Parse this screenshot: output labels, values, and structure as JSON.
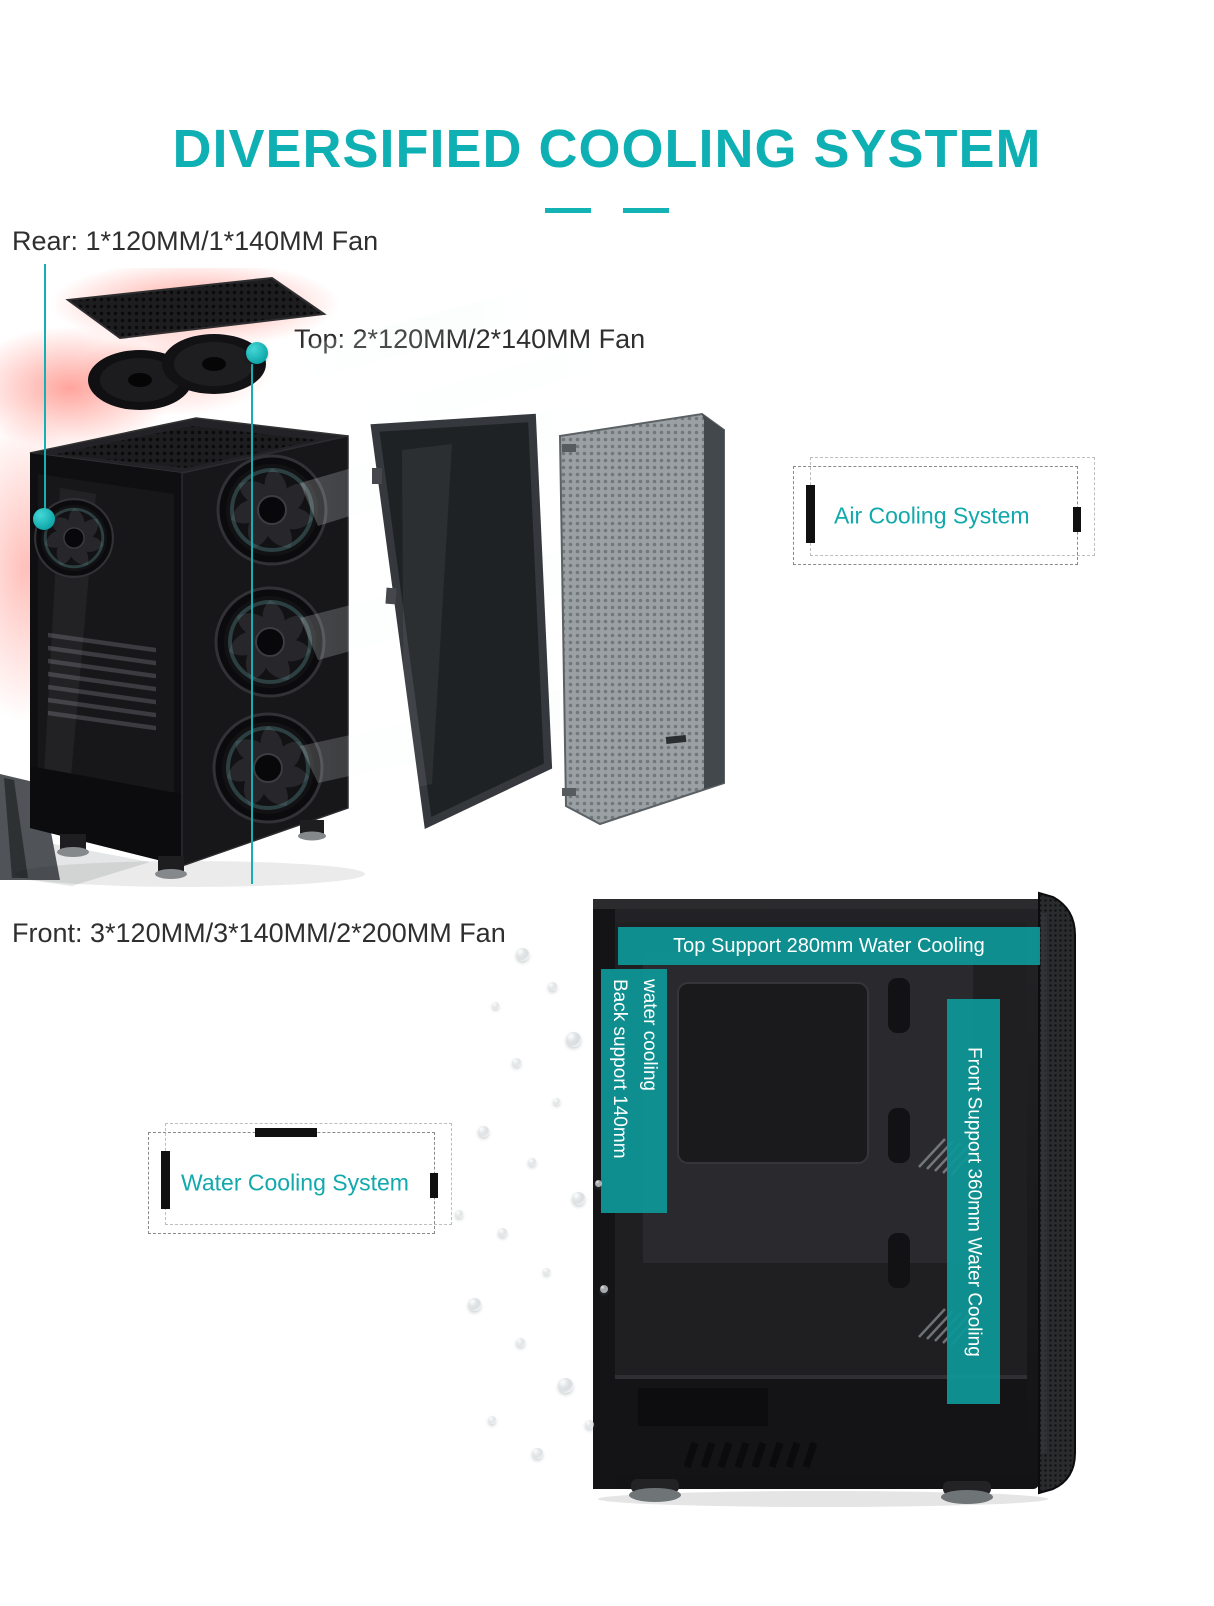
{
  "header": {
    "title": "DIVERSIFIED COOLING SYSTEM"
  },
  "callouts": {
    "rear": "Rear: 1*120MM/1*140MM Fan",
    "top": "Top: 2*120MM/2*140MM Fan",
    "front": "Front: 3*120MM/3*140MM/2*200MM Fan"
  },
  "badges": {
    "air": "Air Cooling System",
    "water": "Water Cooling System"
  },
  "case_overlays": {
    "top_support": "Top Support 280mm Water Cooling",
    "back_support": "Back support 140mm water cooling",
    "front_support": "Front Support 360mm Water Cooling"
  },
  "colors": {
    "accent_teal": "#0fb0b4",
    "overlay_teal": "#0e9696",
    "text_dark": "#2f2f2f",
    "glow_red": "#ff4a3a"
  }
}
